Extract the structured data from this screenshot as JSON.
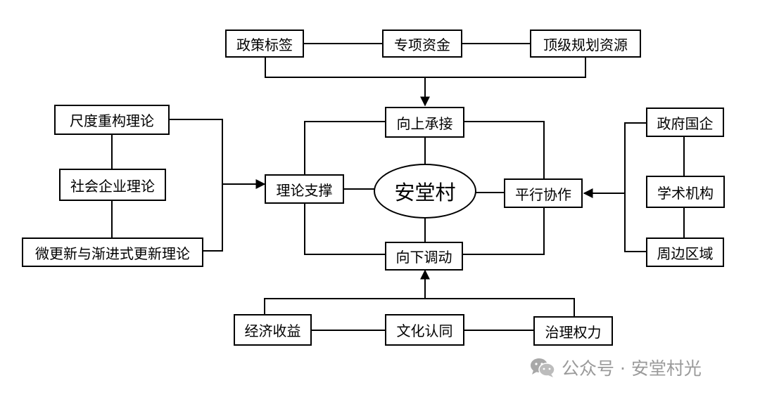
{
  "diagram": {
    "center": "安堂村",
    "hubs": {
      "up": "向上承接",
      "down": "向下调动",
      "left": "理论支撑",
      "right": "平行协作"
    },
    "top_group": [
      "政策标签",
      "专项资金",
      "顶级规划资源"
    ],
    "bottom_group": [
      "经济收益",
      "文化认同",
      "治理权力"
    ],
    "left_group": [
      "尺度重构理论",
      "社会企业理论",
      "微更新与渐进式更新理论"
    ],
    "right_group": [
      "政府国企",
      "学术机构",
      "周边区域"
    ]
  },
  "watermark": {
    "icon": "wechat-icon",
    "text": "公众号 · 安堂村光"
  }
}
